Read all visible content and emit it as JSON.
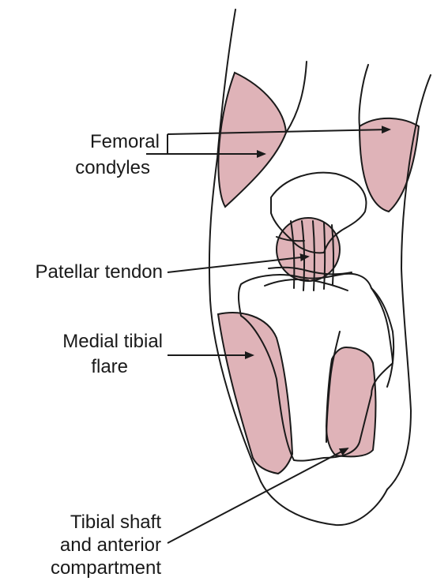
{
  "colors": {
    "region_fill": "#dfb3b8",
    "line": "#1a1a1a",
    "background": "#ffffff"
  },
  "labels": {
    "femoral_line1": "Femoral",
    "femoral_line2": "condyles",
    "patellar": "Patellar tendon",
    "medial_line1": "Medial tibial",
    "medial_line2": "flare",
    "tibial_line1": "Tibial shaft",
    "tibial_line2": "and anterior",
    "tibial_line3": "compartment"
  }
}
